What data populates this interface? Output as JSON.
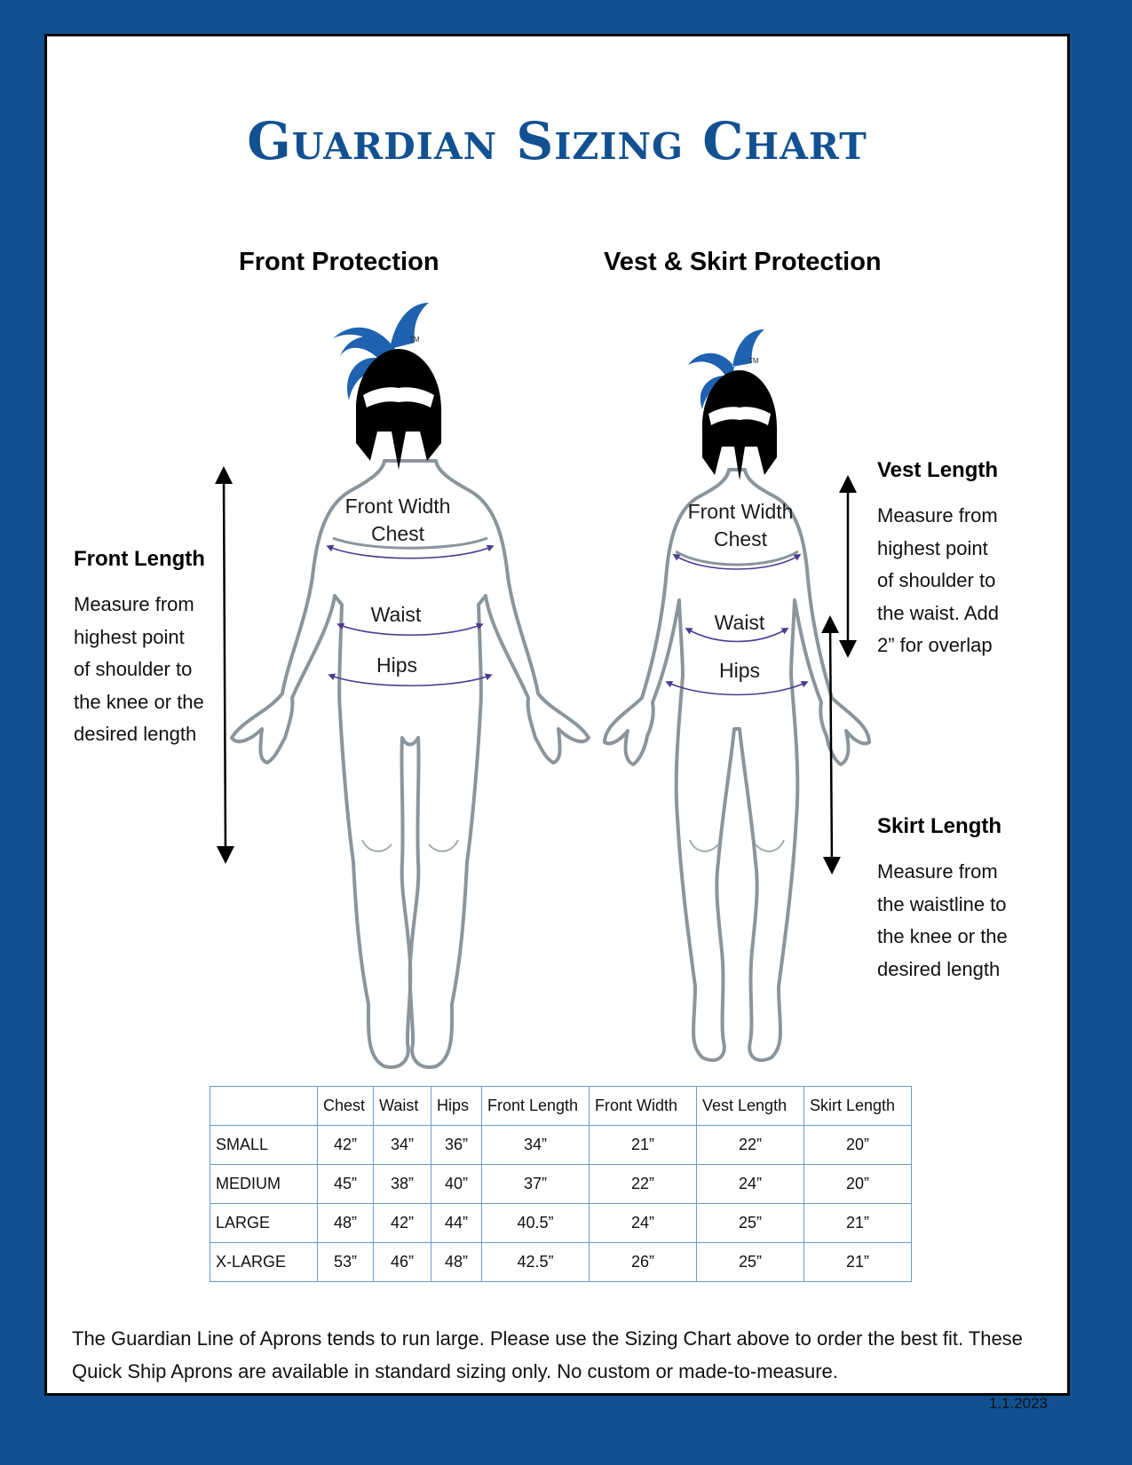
{
  "page": {
    "title": "Guardian Sizing Chart",
    "front_title": "Front Protection",
    "vest_title": "Vest & Skirt Protection"
  },
  "front_length": {
    "heading": "Front Length",
    "lines": [
      "Measure from",
      "highest point",
      "of shoulder to",
      "the knee or the",
      "desired length"
    ]
  },
  "vest_length": {
    "heading": "Vest Length",
    "lines": [
      "Measure from",
      "highest point",
      "of shoulder to",
      "the waist. Add",
      "2” for overlap"
    ]
  },
  "skirt_length": {
    "heading": "Skirt Length",
    "lines": [
      "Measure from",
      "the waistline to",
      "the knee or the",
      "desired length"
    ]
  },
  "figure_labels": {
    "front_width": "Front Width",
    "chest": "Chest",
    "waist": "Waist",
    "hips": "Hips",
    "tm": "TM"
  },
  "table": {
    "headers": [
      "",
      "Chest",
      "Waist",
      "Hips",
      "Front Length",
      "Front Width",
      "Vest Length",
      "Skirt Length"
    ],
    "rows": [
      [
        "SMALL",
        "42”",
        "34”",
        "36”",
        "34”",
        "21”",
        "22”",
        "20”"
      ],
      [
        "MEDIUM",
        "45”",
        "38”",
        "40”",
        "37”",
        "22”",
        "24”",
        "20”"
      ],
      [
        "LARGE",
        "48”",
        "42”",
        "44”",
        "40.5”",
        "24”",
        "25”",
        "21”"
      ],
      [
        "X-LARGE",
        "53”",
        "46”",
        "48”",
        "42.5”",
        "26”",
        "25”",
        "21”"
      ]
    ]
  },
  "footer": {
    "note_line1": "The Guardian Line of Aprons tends to run large. Please use the Sizing Chart above to order the best fit. These",
    "note_line2": "Quick Ship Aprons are available in standard sizing only. No custom or made-to-measure.",
    "date": "1.1.2023"
  },
  "colors": {
    "frame_blue": "#115192",
    "plume_blue": "#1f62b0",
    "body_outline": "#8a959c",
    "measure_line": "#4b3c8f",
    "table_border": "#6a9bd3"
  }
}
